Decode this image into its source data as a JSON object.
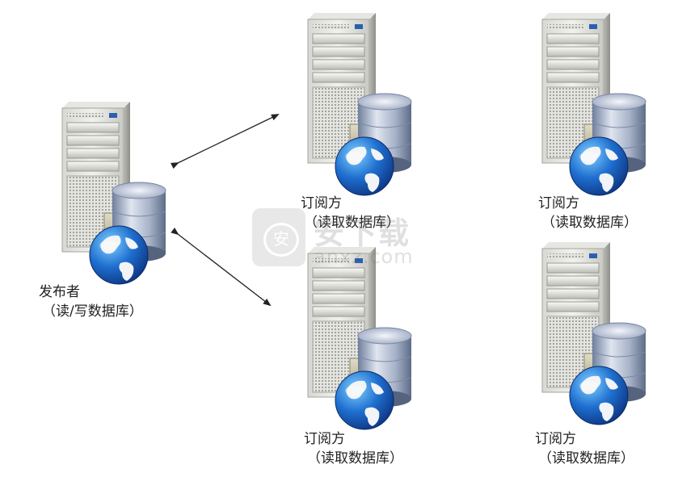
{
  "publisher": {
    "role": "发布者",
    "desc": "（读/写数据库）"
  },
  "subscribers": [
    {
      "role": "订阅方",
      "desc": "（读取数据库）"
    },
    {
      "role": "订阅方",
      "desc": "（读取数据库）"
    },
    {
      "role": "订阅方",
      "desc": "（读取数据库）"
    },
    {
      "role": "订阅方",
      "desc": "（读取数据库）"
    }
  ],
  "watermark": {
    "brand": "安下载",
    "url": "anxz.com"
  },
  "icons": [
    "server-database-globe-icon",
    "double-arrow-icon",
    "shield-icon"
  ]
}
